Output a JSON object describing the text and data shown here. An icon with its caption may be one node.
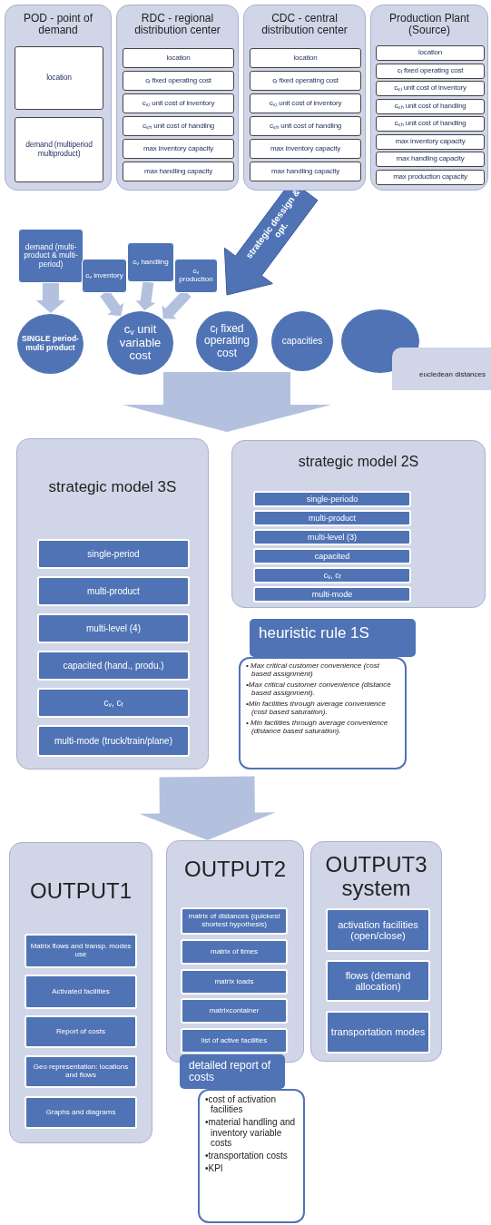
{
  "diagram": {
    "nodes": [
      {
        "text": [
          "POD - point of demand"
        ]
      },
      {
        "text": [
          "location"
        ],
        "in": 0
      },
      {
        "text": [
          "demand (multiperiod multiproduct)"
        ],
        "in": 0
      },
      {
        "text": [
          "RDC - regional distribution center"
        ]
      },
      {
        "text": [
          "location"
        ],
        "in": 3
      },
      {
        "text": [
          "c$_{f}$ fixed operating cost"
        ],
        "in": 3
      },
      {
        "text": [
          "c$_{v,i}$ unit cost of inventory"
        ],
        "in": 3
      },
      {
        "text": [
          "c$_{v,h}$ unit cost of handling"
        ],
        "in": 3
      },
      {
        "text": [
          "max inventory capacity"
        ],
        "in": 3
      },
      {
        "text": [
          "max handling capacity"
        ],
        "in": 3
      },
      {
        "text": [
          "CDC - central distribution center"
        ]
      },
      {
        "text": [
          "location"
        ],
        "in": 10
      },
      {
        "text": [
          "c$_{f}$ fixed operating cost"
        ],
        "in": 10
      },
      {
        "text": [
          "c$_{v,i}$ unit cost of inventory"
        ],
        "in": 10
      },
      {
        "text": [
          "c$_{v,h}$ unit cost of handling"
        ],
        "in": 10
      },
      {
        "text": [
          "max inventory capacity"
        ],
        "in": 10
      },
      {
        "text": [
          "max handling capacity"
        ],
        "in": 10
      },
      {
        "text": [
          "Production Plant (Source)"
        ]
      },
      {
        "text": [
          "location"
        ],
        "in": 17
      },
      {
        "text": [
          "c$_{f}$ fixed operating cost"
        ],
        "in": 17
      },
      {
        "text": [
          "c$_{v,i}$ unit cost of inventory"
        ],
        "in": 17
      },
      {
        "text": [
          "c$_{v,h}$ unit cost of handling"
        ],
        "in": 17
      },
      {
        "text": [
          "c$_{v,h}$ unit cost of handling"
        ],
        "in": 17
      },
      {
        "text": [
          "max inventory capacity"
        ],
        "in": 17
      },
      {
        "text": [
          "max handling capacity"
        ],
        "in": 17
      },
      {
        "text": [
          "max production capacity"
        ],
        "in": 17
      },
      {
        "text": [
          "demand (multi-product & multi-period)"
        ]
      },
      {
        "text": [
          "c$_{v}$ inventory"
        ]
      },
      {
        "text": [
          "c$_{v}$ handling"
        ]
      },
      {
        "text": [
          "c$_{v}$ production"
        ]
      },
      {
        "text": [
          "SINGLE period- multi product"
        ]
      },
      {
        "text": [
          "c$_{v}$ unit variable cost"
        ]
      },
      {
        "text": [
          "c$_{f}$ fixed operating cost"
        ]
      },
      {
        "text": [
          "capacities"
        ]
      },
      {
        "text": [],
        "shape": "circle"
      },
      {
        "text": [
          "eucledean distances"
        ]
      },
      {
        "text": [
          "strategic model 3S"
        ]
      },
      {
        "text": [
          "single-period"
        ],
        "in": 36
      },
      {
        "text": [
          "multi-product"
        ],
        "in": 36
      },
      {
        "text": [
          "multi-level (4)"
        ],
        "in": 36
      },
      {
        "text": [
          "capacited (hand., produ.)"
        ],
        "in": 36
      },
      {
        "text": [
          "c$_{v}$, c$_{f}$"
        ],
        "in": 36
      },
      {
        "text": [
          "multi-mode (truck/train/plane)"
        ],
        "in": 36
      },
      {
        "text": [
          "strategic model 2S"
        ]
      },
      {
        "text": [
          "single-periodo"
        ],
        "in": 43
      },
      {
        "text": [
          "multi-product"
        ],
        "in": 43
      },
      {
        "text": [
          "multi-level (3)"
        ],
        "in": 43
      },
      {
        "text": [
          "capacited"
        ],
        "in": 43
      },
      {
        "text": [
          "c$_{v}$, c$_{f}$"
        ],
        "in": 43
      },
      {
        "text": [
          "multi-mode"
        ],
        "in": 43
      },
      {
        "text": [
          "heuristic rule 1S"
        ]
      },
      {
        "text": [
          "• Max critical customer convenience (cost based assignment)",
          "•Max critical customer convenience (distance based assignment).",
          "•Min facilities through average convenience (cost based saturation).",
          "• Min facilities through average convenience (distance based saturation)."
        ]
      },
      {
        "text": [
          "OUTPUT1"
        ]
      },
      {
        "text": [
          "Matrix flows and transp. modes use"
        ],
        "in": 52
      },
      {
        "text": [
          "Activated facilities"
        ],
        "in": 52
      },
      {
        "text": [
          "Report of costs"
        ],
        "in": 52
      },
      {
        "text": [
          "Geo representation: locations and flows"
        ],
        "in": 52
      },
      {
        "text": [
          "Graphs and diagrams"
        ],
        "in": 52
      },
      {
        "text": [
          "OUTPUT2"
        ]
      },
      {
        "text": [
          "matrix of distances (quickest shortest hypothesis)"
        ],
        "in": 58
      },
      {
        "text": [
          "matrix of times"
        ],
        "in": 58
      },
      {
        "text": [
          "matrix loads"
        ],
        "in": 58
      },
      {
        "text": [
          "matrixcontainer"
        ],
        "in": 58
      },
      {
        "text": [
          "list of active facilities"
        ],
        "in": 58
      },
      {
        "text": [
          "detailed report of costs"
        ]
      },
      {
        "text": [
          "•cost of activation facilities",
          "•material handling and inventory variable costs",
          "•transportation costs",
          "•KPI"
        ]
      },
      {
        "text": [
          "OUTPUT3 system"
        ]
      },
      {
        "text": [
          "activation facilities (open/close)"
        ],
        "in": 66
      },
      {
        "text": [
          "flows (demand allocation)"
        ],
        "in": 66
      },
      {
        "text": [
          "transportation modes"
        ],
        "in": 66
      }
    ],
    "edges": [
      {
        "from": 10,
        "to": null,
        "arrow": "to",
        "label": "strategic dessign & opt.",
        "color": "#4f73b5"
      },
      {
        "from": 26,
        "to": 30,
        "arrow": "to"
      },
      {
        "from": 27,
        "to": 31,
        "arrow": "to"
      },
      {
        "from": 28,
        "to": 31,
        "arrow": "to"
      },
      {
        "from": 29,
        "to": 31,
        "arrow": "to"
      },
      {
        "from": 32,
        "to": null,
        "arrow": "to"
      },
      {
        "from": null,
        "to": 58,
        "arrow": "to"
      }
    ]
  }
}
